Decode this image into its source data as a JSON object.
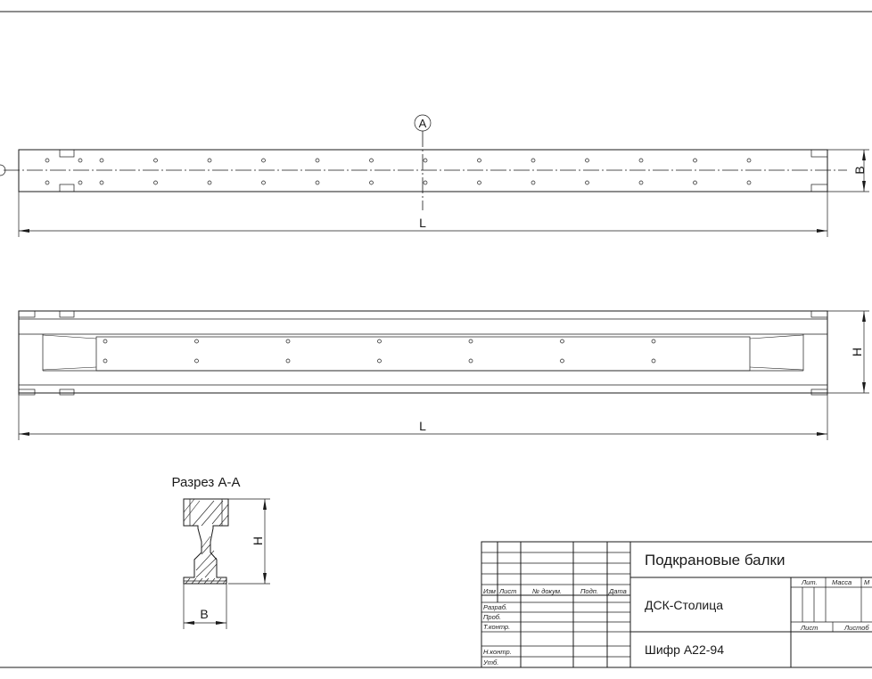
{
  "drawing": {
    "section_marker": "A",
    "dimension_length": "L",
    "dimension_width": "B",
    "dimension_height": "H",
    "section_title": "Разрез А-А"
  },
  "title_block": {
    "row_labels": [
      "Изм",
      "Лист",
      "№ докум.",
      "Подп.",
      "Дата"
    ],
    "role_labels": [
      "Разраб.",
      "Проб.",
      "Т.контр.",
      "Н.контр.",
      "Утб."
    ],
    "title": "Подкрановые балки",
    "organization": "ДСК-Столица",
    "code": "Шифр А22-94",
    "lit_label": "Лит.",
    "mass_label": "Масса",
    "scale_label_partial": "М",
    "sheet_label": "Лист",
    "sheets_label": "Листоб"
  }
}
